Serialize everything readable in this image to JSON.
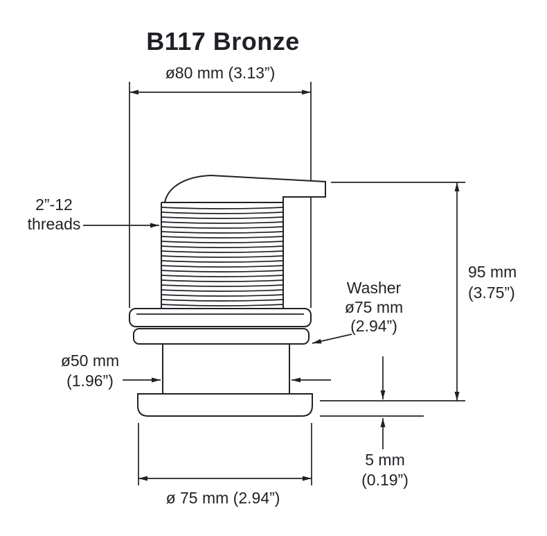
{
  "title": "B117 Bronze",
  "colors": {
    "ink": "#231f26",
    "background": "#ffffff"
  },
  "labels": {
    "top_diameter": "ø80 mm (3.13”)",
    "threads_line1": "2”-12",
    "threads_line2": "threads",
    "washer_line1": "Washer",
    "washer_line2": "ø75 mm",
    "washer_line3": "(2.94”)",
    "height_line1": "95 mm",
    "height_line2": "(3.75”)",
    "stem_line1": "ø50 mm",
    "stem_line2": "(1.96”)",
    "protrusion_line1": "5 mm",
    "protrusion_line2": "(0.19”)",
    "bottom_diameter": "ø 75 mm (2.94”)"
  }
}
